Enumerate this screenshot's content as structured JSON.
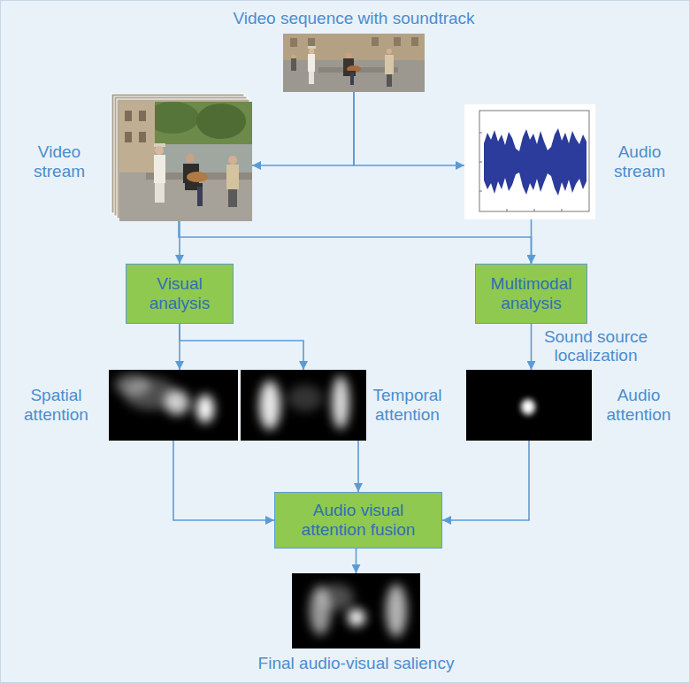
{
  "diagram": {
    "nodes": [
      {
        "text": [
          "Video sequence with soundtrack"
        ]
      },
      {
        "text": [
          "Video stream"
        ]
      },
      {
        "text": [
          "Audio stream"
        ]
      },
      {
        "text": [
          "Visual analysis"
        ]
      },
      {
        "text": [
          "Multimodal analysis"
        ]
      },
      {
        "text": [
          "Spatial attention"
        ]
      },
      {
        "text": [
          "Temporal attention"
        ]
      },
      {
        "text": [
          "Audio attention"
        ]
      },
      {
        "text": [
          "Audio visual attention fusion"
        ]
      },
      {
        "text": [
          "Final audio-visual saliency"
        ]
      }
    ],
    "edges": [
      {
        "from": 0,
        "to": 1,
        "arrow": "to"
      },
      {
        "from": 0,
        "to": 2,
        "arrow": "to"
      },
      {
        "from": 1,
        "to": 3,
        "arrow": "to"
      },
      {
        "from": 1,
        "to": 4,
        "arrow": "to"
      },
      {
        "from": 2,
        "to": 4,
        "arrow": "to"
      },
      {
        "from": 3,
        "to": 5,
        "arrow": "to"
      },
      {
        "from": 3,
        "to": 6,
        "arrow": "to"
      },
      {
        "from": 4,
        "to": 7,
        "label": "Sound source localization",
        "arrow": "to"
      },
      {
        "from": 5,
        "to": 8,
        "arrow": "to"
      },
      {
        "from": 6,
        "to": 8,
        "arrow": "to"
      },
      {
        "from": 7,
        "to": 8,
        "arrow": "to"
      },
      {
        "from": 8,
        "to": 9,
        "arrow": "to"
      }
    ]
  }
}
